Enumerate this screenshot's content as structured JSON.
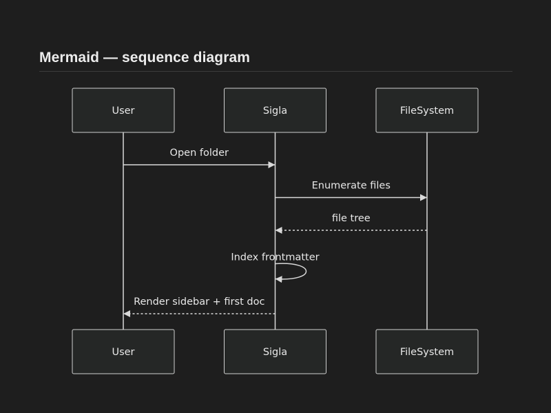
{
  "page": {
    "title": "Mermaid — sequence diagram"
  },
  "participants": [
    {
      "id": "user",
      "label": "User"
    },
    {
      "id": "sigla",
      "label": "Sigla"
    },
    {
      "id": "fs",
      "label": "FileSystem"
    }
  ],
  "messages": [
    {
      "from": "user",
      "to": "sigla",
      "label": "Open folder",
      "style": "solid"
    },
    {
      "from": "sigla",
      "to": "fs",
      "label": "Enumerate files",
      "style": "solid"
    },
    {
      "from": "fs",
      "to": "sigla",
      "label": "file tree",
      "style": "dashed"
    },
    {
      "from": "sigla",
      "to": "sigla",
      "label": "Index frontmatter",
      "style": "self"
    },
    {
      "from": "sigla",
      "to": "user",
      "label": "Render sidebar + first doc",
      "style": "dashed"
    }
  ],
  "colors": {
    "background": "#1e1e1e",
    "box_fill": "#252726",
    "box_stroke": "#d0d0d0",
    "line": "#d9d9d9",
    "text": "#e8e8e8"
  }
}
